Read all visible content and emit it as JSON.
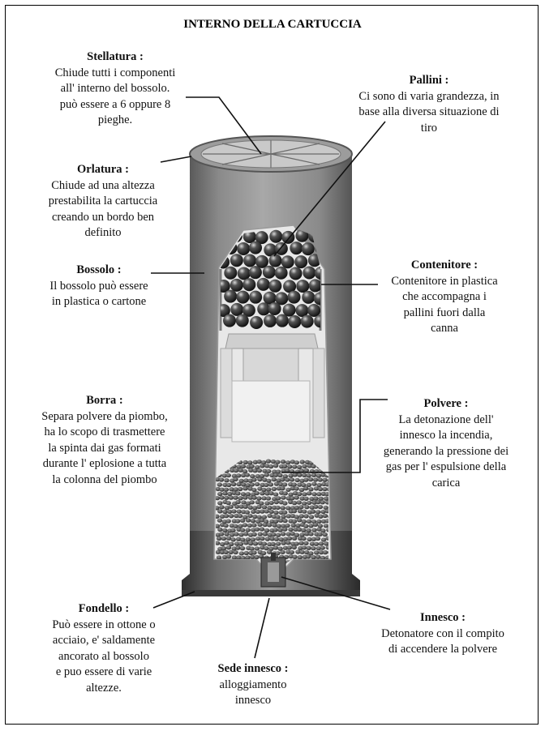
{
  "title": "INTERNO DELLA CARTUCCIA",
  "labels": {
    "stellatura": {
      "heading": "Stellatura",
      "text": "Chiude tutti i componenti\nall' interno del bossolo.\npuò essere a 6 oppure 8\npieghe."
    },
    "orlatura": {
      "heading": "Orlatura :",
      "text": "Chiude ad una altezza\nprestabilita la cartuccia\ncreando un bordo ben\ndefinito"
    },
    "bossolo": {
      "heading": "Bossolo :",
      "text": "Il bossolo può essere\nin plastica o cartone"
    },
    "borra": {
      "heading": "Borra :",
      "text": "Separa polvere da piombo,\nha lo scopo di trasmettere\nla spinta dai gas formati\ndurante l' eplosione a tutta\nla colonna del piombo"
    },
    "fondello": {
      "heading": "Fondello :",
      "text": "Può essere in ottone o\nacciaio, e' saldamente\nancorato al bossolo\ne puo essere di varie\naltezze."
    },
    "pallini": {
      "heading": "Pallini :",
      "text": "Ci sono di varia grandezza, in\nbase alla diversa situazione di\ntiro"
    },
    "contenitore": {
      "heading": "Contenitore :",
      "text": "Contenitore in plastica\nche accompagna i\npallini fuori dalla\ncanna"
    },
    "polvere": {
      "heading": "Polvere :",
      "text": "La detonazione dell'\ninnesco la incendia,\ngenerando la pressione dei\ngas per l' espulsione della\ncarica"
    },
    "innesco": {
      "heading": "Innesco :",
      "text": "Detonatore con il compito\ndi accendere la polvere"
    },
    "sede_innesco": {
      "heading": "Sede innesco :",
      "text": "alloggiamento\ninnesco"
    }
  },
  "colors": {
    "shell": "#8c8c8c",
    "shell_dark": "#4a4a4a",
    "shell_light": "#b8b8b8",
    "brass": "#6a6a6a",
    "cavity": "#e9e9e9",
    "shot": "#2b2b2b",
    "powder": "#3c3c3c"
  }
}
